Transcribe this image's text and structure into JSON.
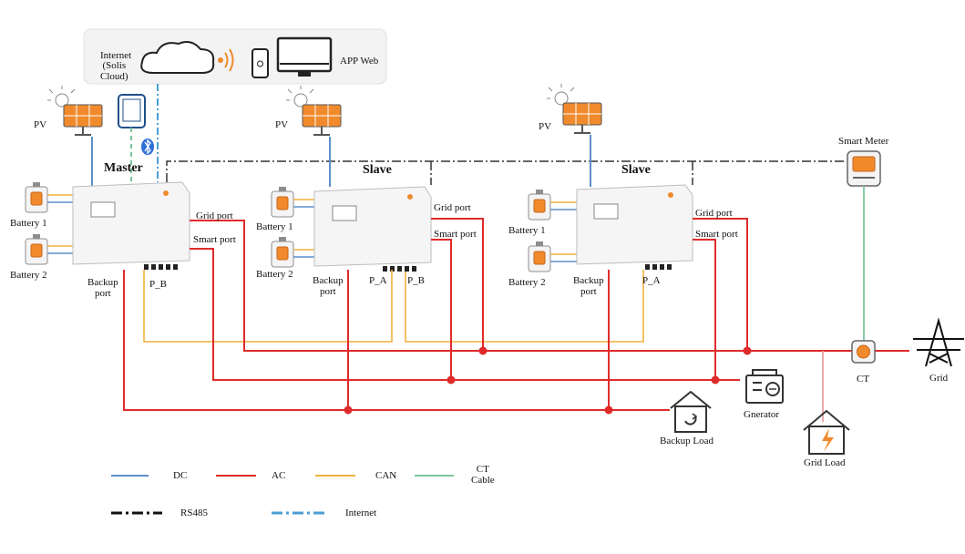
{
  "internet_box": {
    "internet_label": "Internet",
    "cloud_label": "(Solis\nCloud)",
    "app_web_label": "APP Web"
  },
  "inverters": [
    {
      "role": "Master",
      "grid_port": "Grid port",
      "smart_port": "Smart port",
      "backup_port": "Backup\nport",
      "ports": [
        "P_B"
      ]
    },
    {
      "role": "Slave",
      "grid_port": "Grid port",
      "smart_port": "Smart port",
      "backup_port": "Backup\nport",
      "ports": [
        "P_A",
        "P_B"
      ]
    },
    {
      "role": "Slave",
      "grid_port": "Grid port",
      "smart_port": "Smart port",
      "backup_port": "Backup\nport",
      "ports": [
        "P_A"
      ]
    }
  ],
  "pv_labels": [
    "PV",
    "PV",
    "PV"
  ],
  "battery_labels": [
    "Battery 1",
    "Battery 2",
    "Battery 1",
    "Battery 2",
    "Battery 1",
    "Battery 2"
  ],
  "devices": {
    "smart_meter": "Smart Meter",
    "ct": "CT",
    "grid": "Grid",
    "generator": "Gnerator",
    "backup_load": "Backup Load",
    "grid_load": "Grid  Load"
  },
  "legend": [
    {
      "key": "dc",
      "label": "DC",
      "color": "#5b8fc9"
    },
    {
      "key": "ac",
      "label": "AC",
      "color": "#e02b2b"
    },
    {
      "key": "can",
      "label": "CAN",
      "color": "#f2b13c"
    },
    {
      "key": "ct",
      "label": "CT\nCable",
      "color": "#7cc49a"
    },
    {
      "key": "rs485",
      "label": "RS485",
      "color": "#111111"
    },
    {
      "key": "internet",
      "label": "Internet",
      "color": "#4a9fd4"
    }
  ],
  "icons": [
    "cloud-icon",
    "wifi-signal-icon",
    "phone-icon",
    "monitor-icon",
    "tablet-icon",
    "bluetooth-icon",
    "solar-panel-icon",
    "battery-icon",
    "inverter-icon",
    "smart-meter-icon",
    "ct-icon",
    "grid-tower-icon",
    "generator-icon",
    "house-icon"
  ]
}
